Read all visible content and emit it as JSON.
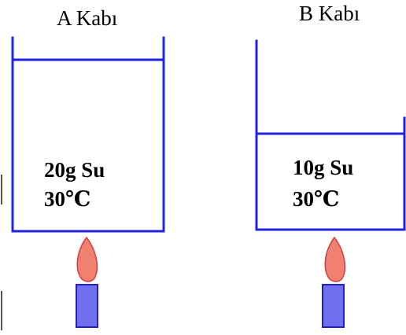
{
  "containers": [
    {
      "title": "A Kabı",
      "mass": "20g Su",
      "temperature": "30",
      "temperature_unit": "℃"
    },
    {
      "title": "B Kabı",
      "mass": "10g Su",
      "temperature": "30",
      "temperature_unit": "℃"
    }
  ],
  "colors": {
    "container_line": "#2222dd",
    "flame_fill": "#f08070",
    "flame_stroke": "#d04040",
    "burner_fill": "#7070ee",
    "burner_stroke": "#2222bb",
    "text": "#000000"
  },
  "icons": {
    "flame": "flame-icon",
    "burner": "burner-icon"
  }
}
